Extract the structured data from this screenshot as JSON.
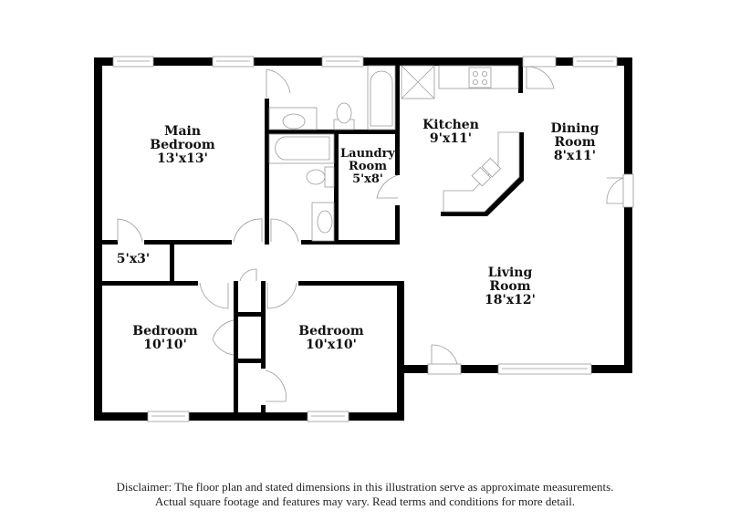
{
  "floor_plan": {
    "rooms": [
      {
        "id": "main-bedroom",
        "name_line1": "Main",
        "name_line2": "Bedroom",
        "dimensions": "13'x13'"
      },
      {
        "id": "laundry-room",
        "name_line1": "Laundry",
        "name_line2": "Room",
        "dimensions": "5'x8'"
      },
      {
        "id": "kitchen",
        "name_line1": "Kitchen",
        "dimensions": "9'x11'"
      },
      {
        "id": "dining-room",
        "name_line1": "Dining",
        "name_line2": "Room",
        "dimensions": "8'x11'"
      },
      {
        "id": "closet",
        "dimensions": "5'x3'"
      },
      {
        "id": "living-room",
        "name_line1": "Living",
        "name_line2": "Room",
        "dimensions": "18'x12'"
      },
      {
        "id": "bedroom-1",
        "name_line1": "Bedroom",
        "dimensions": "10'10'"
      },
      {
        "id": "bedroom-2",
        "name_line1": "Bedroom",
        "dimensions": "10'x10'"
      }
    ],
    "colors": {
      "wall": "#000000",
      "fixture_line": "#9a9a9a",
      "background": "#ffffff",
      "text": "#111111"
    }
  },
  "disclaimer": {
    "line1": "Disclaimer: The floor plan and stated dimensions in this illustration serve as approximate measurements.",
    "line2": "Actual square footage and features may vary. Read terms and conditions for more detail."
  }
}
